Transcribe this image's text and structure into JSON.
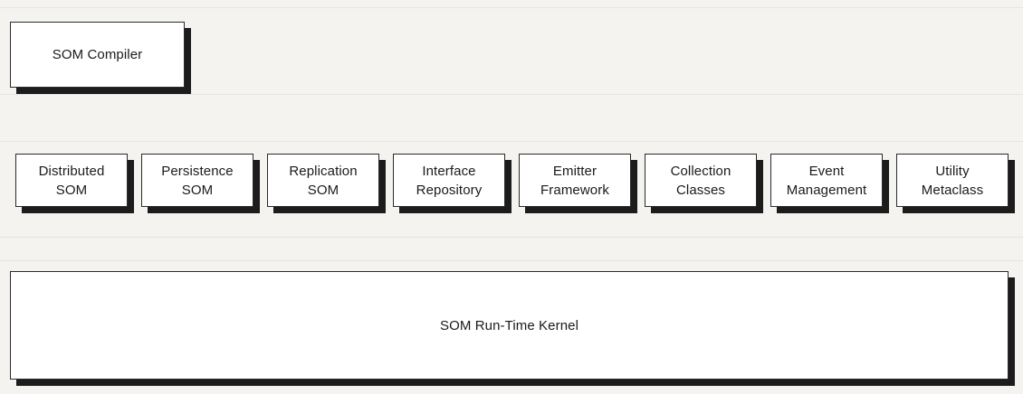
{
  "colors": {
    "background": "#f4f3ef",
    "box_fill": "#ffffff",
    "box_border": "#2a2a2a",
    "shadow": "#1c1c1c"
  },
  "compiler": {
    "label": "SOM Compiler"
  },
  "components": [
    {
      "label": "Distributed\nSOM"
    },
    {
      "label": "Persistence\nSOM"
    },
    {
      "label": "Replication\nSOM"
    },
    {
      "label": "Interface\nRepository"
    },
    {
      "label": "Emitter\nFramework"
    },
    {
      "label": "Collection\nClasses"
    },
    {
      "label": "Event\nManagement"
    },
    {
      "label": "Utility\nMetaclass"
    }
  ],
  "kernel": {
    "label": "SOM Run-Time Kernel"
  }
}
